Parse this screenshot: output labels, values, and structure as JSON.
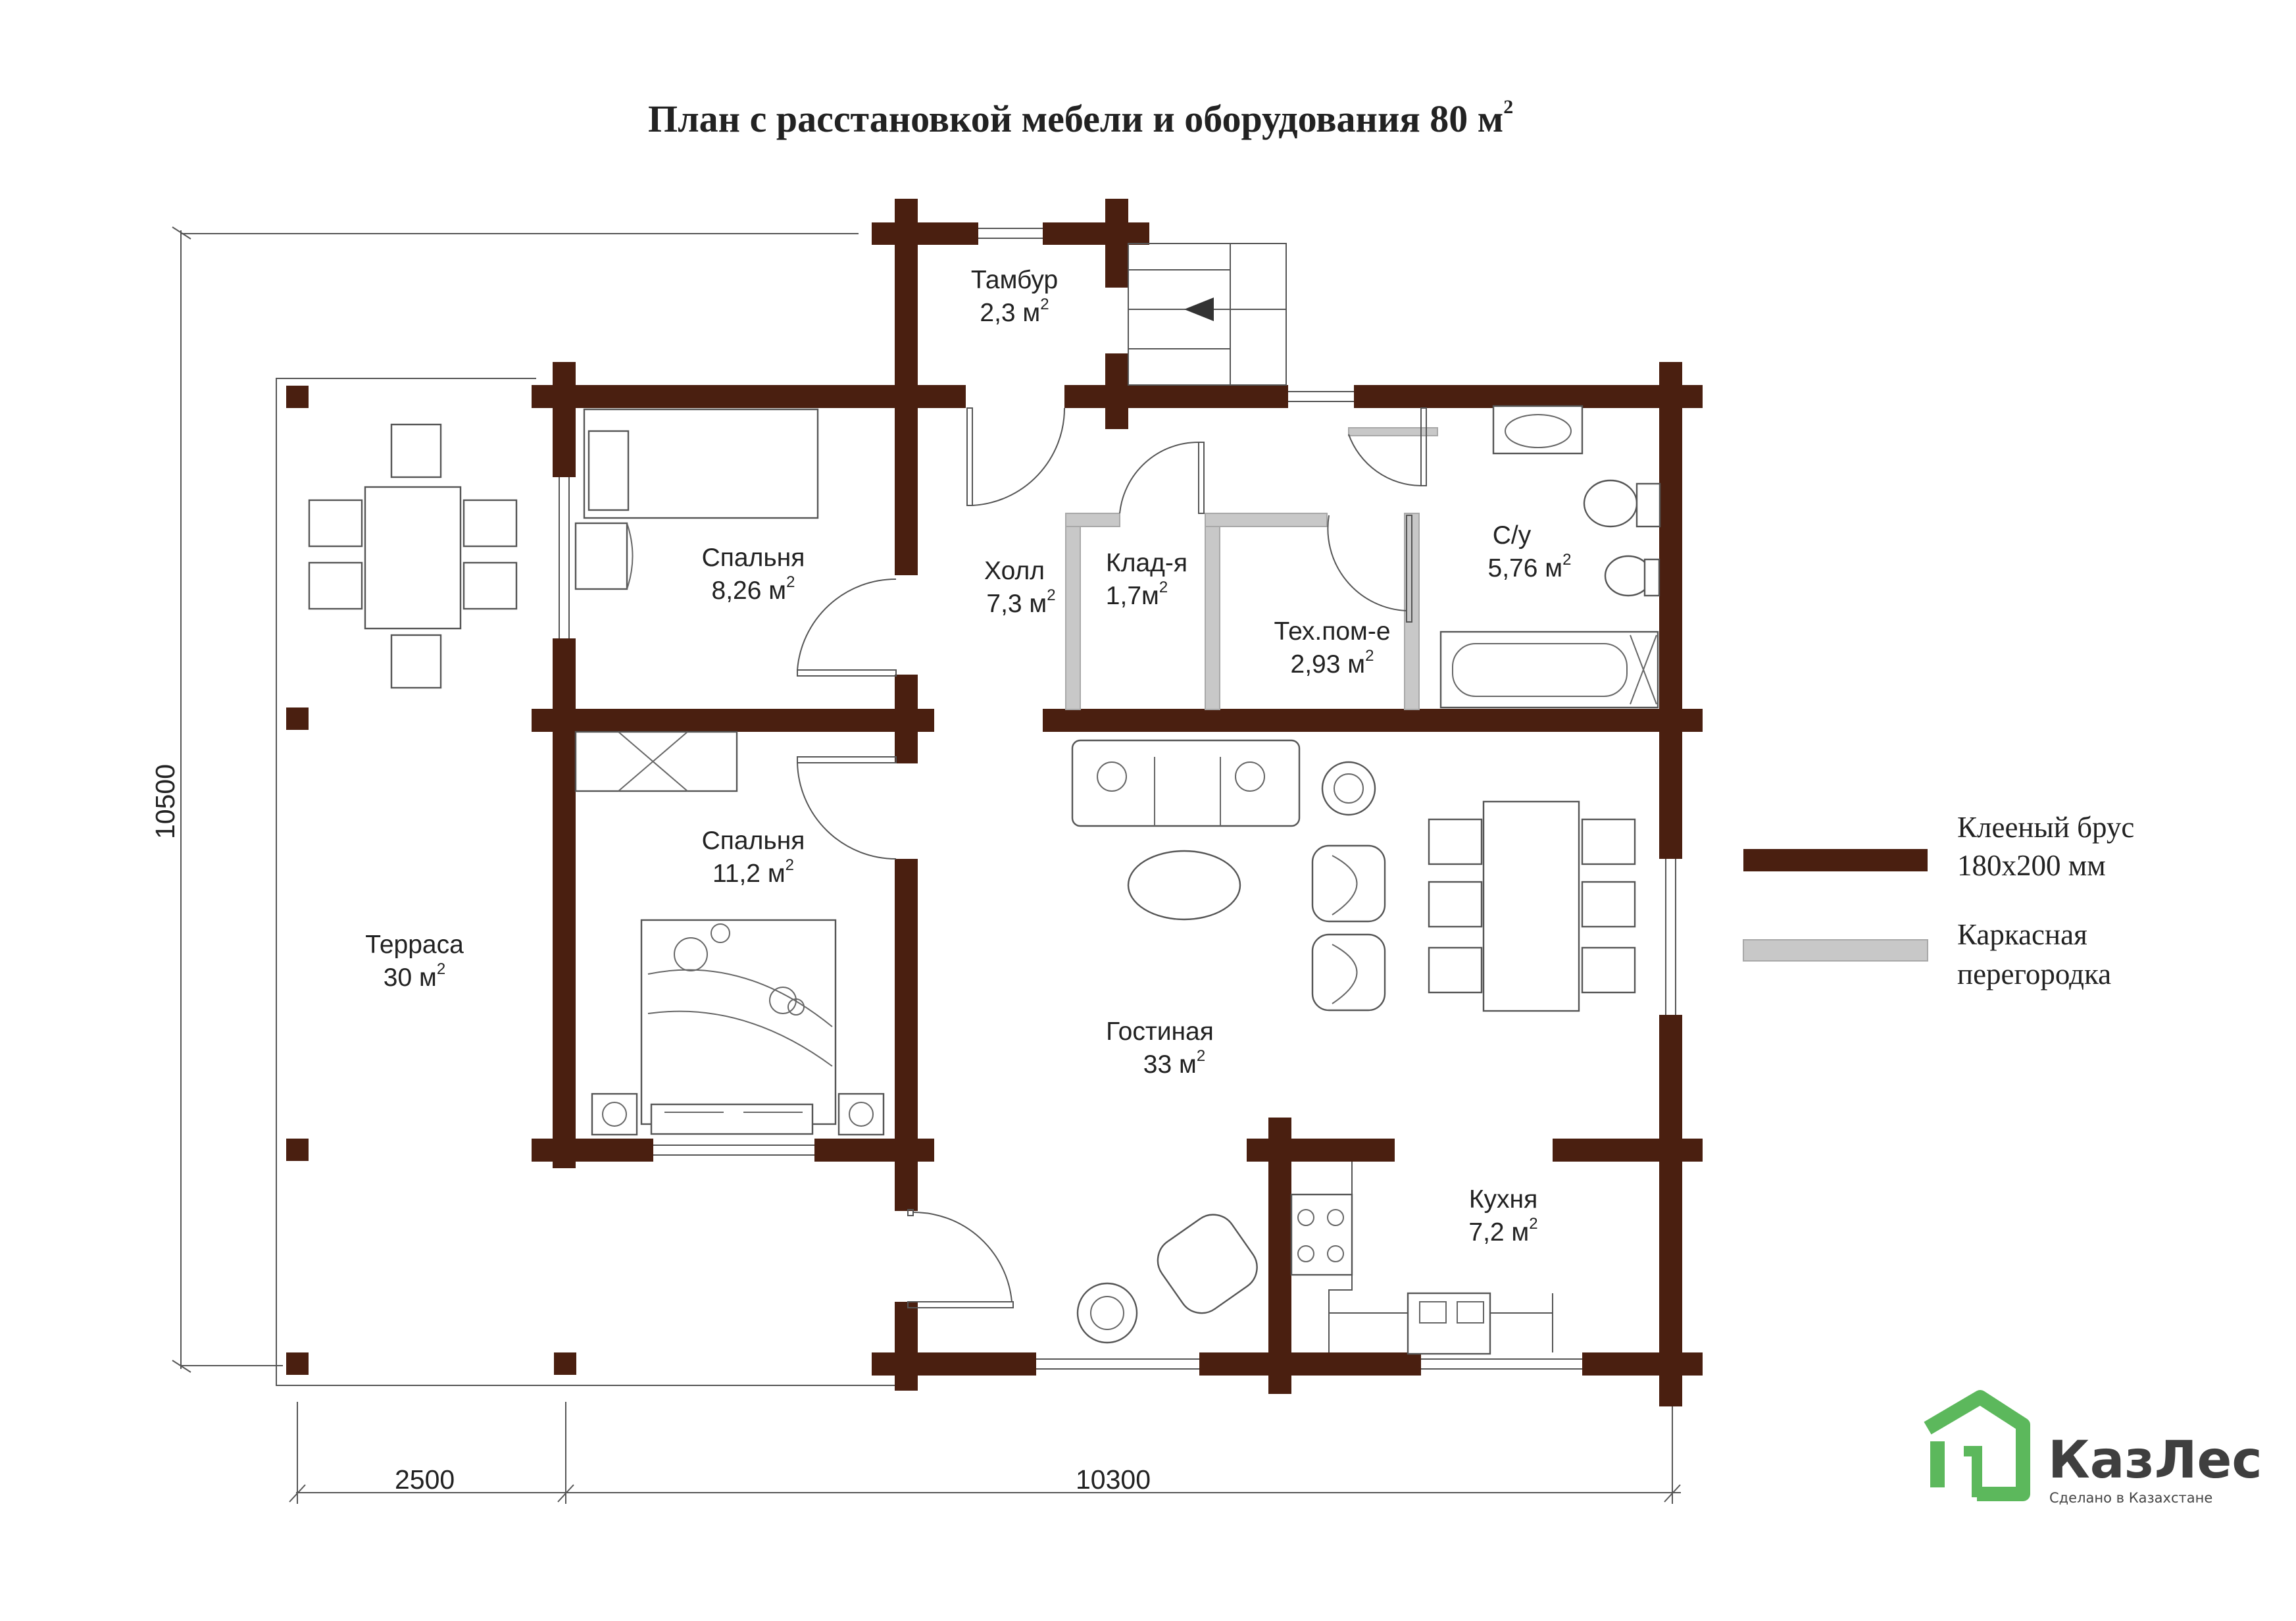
{
  "title": {
    "text": "План с расстановкой мебели и оборудования 80 м",
    "sup": "2"
  },
  "rooms": [
    {
      "name": "Тамбур",
      "area": "2,3 м",
      "sup": "2"
    },
    {
      "name": "Спальня",
      "area": "8,26 м",
      "sup": "2"
    },
    {
      "name": "Холл",
      "area": "7,3 м",
      "sup": "2"
    },
    {
      "name": "Клад-я",
      "area": "1,7м",
      "sup": "2"
    },
    {
      "name": "С/у",
      "area": "5,76 м",
      "sup": "2"
    },
    {
      "name": "Тех.пом-е",
      "area": "2,93 м",
      "sup": "2"
    },
    {
      "name": "Спальня",
      "area": "11,2 м",
      "sup": "2"
    },
    {
      "name": "Терраса",
      "area": "30 м",
      "sup": "2"
    },
    {
      "name": "Гостиная",
      "area": "33 м",
      "sup": "2"
    },
    {
      "name": "Кухня",
      "area": "7,2 м",
      "sup": "2"
    }
  ],
  "dimensions": {
    "height": "10500",
    "terrace_width": "2500",
    "house_width": "10300"
  },
  "legend": [
    {
      "line1": "Клееный  брус",
      "line2": "180х200 мм",
      "color": "#4a1f10"
    },
    {
      "line1": "Каркасная",
      "line2": "перегородка",
      "color": "#c8c8c8"
    }
  ],
  "brand": {
    "name": "КазЛес",
    "tagline": "Сделано в Казахстане",
    "color": "#5cb85c"
  }
}
